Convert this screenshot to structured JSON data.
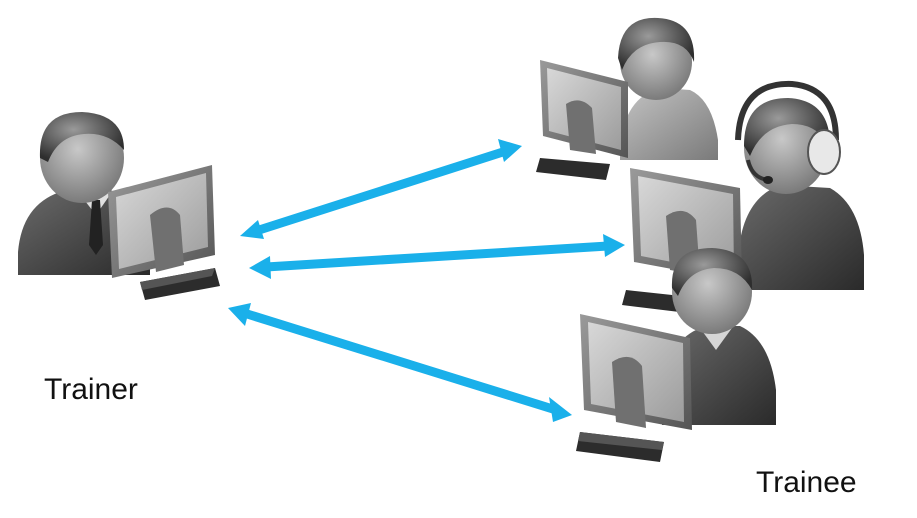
{
  "labels": {
    "trainer": "Trainer",
    "trainee": "Trainee"
  },
  "colors": {
    "arrow": "#1ab0ea",
    "figure_dark": "#3e3e3e",
    "figure_light": "#8a8a8a",
    "monitor_frame": "#7d7d7d",
    "monitor_screen": "#c7c7c7"
  },
  "nodes": [
    {
      "id": "trainer",
      "role": "trainer",
      "icon": "person-at-computer-icon"
    },
    {
      "id": "trainee-1",
      "role": "trainee",
      "icon": "person-at-computer-icon"
    },
    {
      "id": "trainee-2",
      "role": "trainee",
      "icon": "person-with-headset-at-computer-icon"
    },
    {
      "id": "trainee-3",
      "role": "trainee",
      "icon": "person-at-computer-icon"
    }
  ],
  "connections": [
    {
      "from": "trainer",
      "to": "trainee-1",
      "type": "bidirectional"
    },
    {
      "from": "trainer",
      "to": "trainee-2",
      "type": "bidirectional"
    },
    {
      "from": "trainer",
      "to": "trainee-3",
      "type": "bidirectional"
    }
  ]
}
